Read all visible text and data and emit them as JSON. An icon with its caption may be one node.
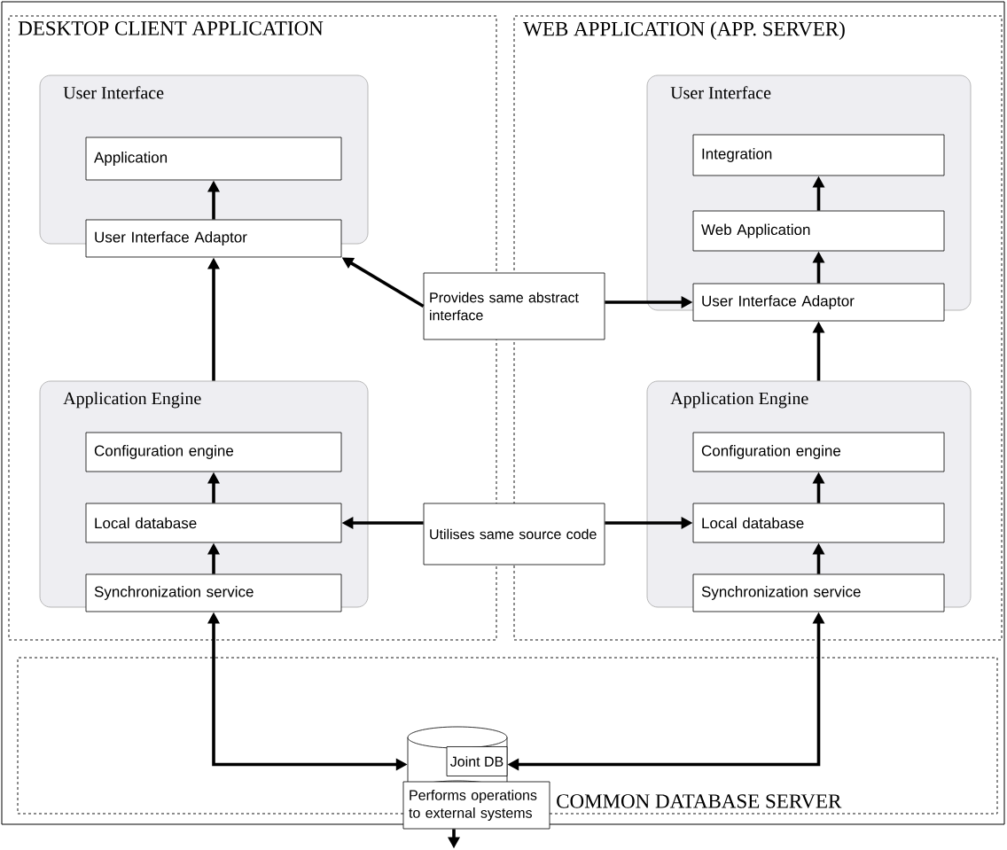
{
  "diagram": {
    "nodes": [
      {
        "text": [
          "DESKTOP CLIENT APPLICATION"
        ]
      },
      {
        "text": [
          "User Interface"
        ],
        "in": 0
      },
      {
        "text": [
          "Application"
        ],
        "in": 1
      },
      {
        "text": [
          "User Interface Adaptor"
        ],
        "in": 0
      },
      {
        "text": [
          "Application Engine"
        ],
        "in": 0
      },
      {
        "text": [
          "Configuration engine"
        ],
        "in": 4
      },
      {
        "text": [
          "Local database"
        ],
        "in": 4
      },
      {
        "text": [
          "Synchronization service"
        ],
        "in": 0
      },
      {
        "text": [
          "WEB APPLICATION (APP. SERVER)"
        ]
      },
      {
        "text": [
          "User Interface"
        ],
        "in": 8
      },
      {
        "text": [
          "Integration"
        ],
        "in": 9
      },
      {
        "text": [
          "Web Application"
        ],
        "in": 9
      },
      {
        "text": [
          "User Interface Adaptor"
        ],
        "in": 8
      },
      {
        "text": [
          "Application Engine"
        ],
        "in": 8
      },
      {
        "text": [
          "Configuration engine"
        ],
        "in": 13
      },
      {
        "text": [
          "Local database"
        ],
        "in": 13
      },
      {
        "text": [
          "Synchronization service"
        ],
        "in": 8
      },
      {
        "text": [
          "COMMON DATABASE SERVER"
        ]
      },
      {
        "text": [
          "Joint DB"
        ],
        "in": 17
      },
      {
        "text": [
          "Provides same abstract interface"
        ]
      },
      {
        "text": [
          "Utilises same source code"
        ]
      },
      {
        "text": [
          "Performs operations to external systems"
        ]
      }
    ],
    "edges": [
      {
        "from": 3,
        "to": 2,
        "arrow": "to"
      },
      {
        "from": 4,
        "to": 3,
        "arrow": "to"
      },
      {
        "from": 6,
        "to": 5,
        "arrow": "to"
      },
      {
        "from": 7,
        "to": 6,
        "arrow": "to"
      },
      {
        "from": 12,
        "to": 11,
        "arrow": "to"
      },
      {
        "from": 11,
        "to": 10,
        "arrow": "to"
      },
      {
        "from": 13,
        "to": 12,
        "arrow": "to"
      },
      {
        "from": 15,
        "to": 14,
        "arrow": "to"
      },
      {
        "from": 16,
        "to": 15,
        "arrow": "to"
      },
      {
        "from": 19,
        "to": 3,
        "arrow": "to"
      },
      {
        "from": 19,
        "to": 12,
        "arrow": "to"
      },
      {
        "from": 20,
        "to": 6,
        "arrow": "to"
      },
      {
        "from": 20,
        "to": 15,
        "arrow": "to"
      },
      {
        "from": 18,
        "to": 7,
        "arrow": "both"
      },
      {
        "from": 18,
        "to": 16,
        "arrow": "both"
      },
      {
        "from": 21,
        "to": null,
        "arrow": "to"
      }
    ]
  }
}
